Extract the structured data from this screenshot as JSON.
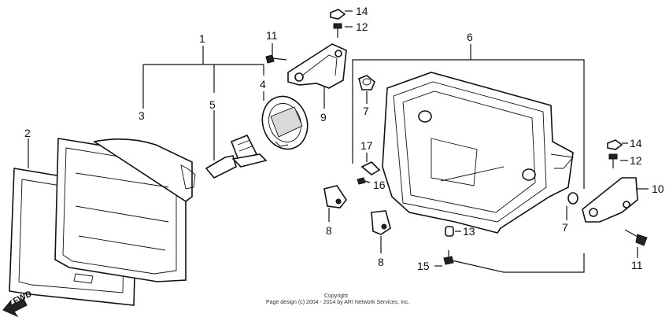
{
  "callouts": {
    "c1": "1",
    "c2": "2",
    "c3": "3",
    "c4": "4",
    "c5": "5",
    "c6": "6",
    "c7a": "7",
    "c7b": "7",
    "c8a": "8",
    "c8b": "8",
    "c9": "9",
    "c10": "10",
    "c11a": "11",
    "c11b": "11",
    "c12a": "12",
    "c12b": "12",
    "c13": "13",
    "c14a": "14",
    "c14b": "14",
    "c15": "15",
    "c16": "16",
    "c17": "17"
  },
  "fwd_label": "FWD",
  "copyright": {
    "line1": "Copyright",
    "line2": "Page design (c) 2004 - 2014 by ARI Network Services, Inc."
  }
}
